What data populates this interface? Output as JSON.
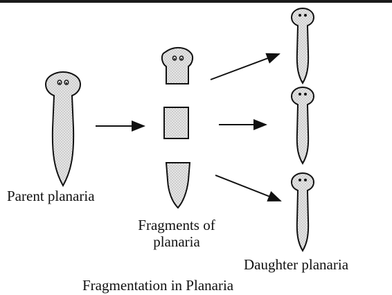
{
  "labels": {
    "parent": "Parent planaria",
    "fragments_line1": "Fragments of",
    "fragments_line2": "planaria",
    "daughter": "Daughter planaria",
    "caption": "Fragmentation in Planaria"
  },
  "colors": {
    "outline": "#111111",
    "fill": "#e4e4e4",
    "stipple": "#9a9a9a",
    "border": "#1a1a1a"
  }
}
